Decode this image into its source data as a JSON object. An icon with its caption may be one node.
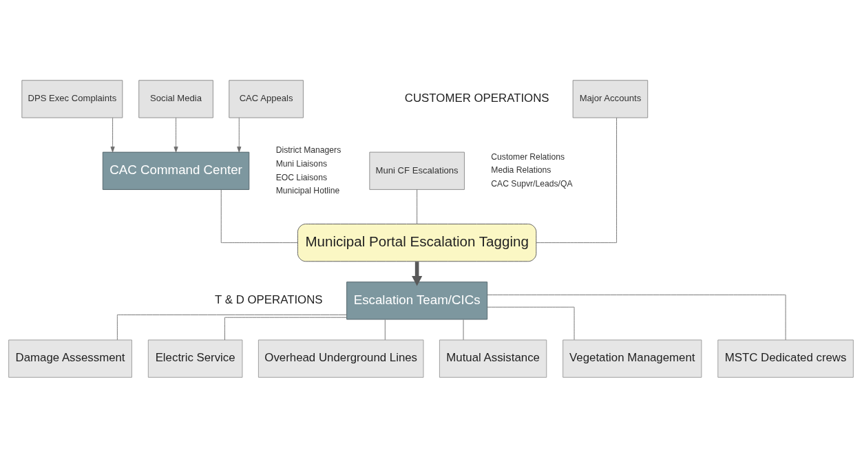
{
  "diagram": {
    "nodes": [
      {
        "text": [
          "Major Accounts"
        ]
      },
      {
        "text": [
          "DPS Exec Complaints"
        ]
      },
      {
        "text": [
          "Social Media"
        ]
      },
      {
        "text": [
          "CAC Appeals"
        ]
      },
      {
        "text": [
          "Muni CF Escalations"
        ]
      },
      {
        "text": [
          "CAC Command Center"
        ]
      },
      {
        "text": [
          "Municipal Portal Escalation Tagging"
        ]
      },
      {
        "text": [
          "Escalation Team/CICs"
        ]
      },
      {
        "text": [
          "Damage Assessment"
        ]
      },
      {
        "text": [
          "Electric Service"
        ]
      },
      {
        "text": [
          "Overhead Underground Lines"
        ]
      },
      {
        "text": [
          "Mutual Assistance"
        ]
      },
      {
        "text": [
          "Vegetation Management"
        ]
      },
      {
        "text": [
          "MSTC Dedicated crews"
        ]
      }
    ],
    "edges": [
      {
        "from": 1,
        "to": 5,
        "arrow": "to"
      },
      {
        "from": 2,
        "to": 5,
        "arrow": "to"
      },
      {
        "from": 3,
        "to": 5,
        "arrow": "to"
      },
      {
        "from": 0,
        "to": 6,
        "arrow": "none"
      },
      {
        "from": 4,
        "to": 6,
        "arrow": "none"
      },
      {
        "from": 5,
        "to": 6,
        "arrow": "none"
      },
      {
        "from": 6,
        "to": 7,
        "arrow": "to",
        "style": "thick",
        "color": "#595959"
      },
      {
        "from": 7,
        "to": 8,
        "arrow": "none"
      },
      {
        "from": 7,
        "to": 9,
        "arrow": "none"
      },
      {
        "from": 7,
        "to": 10,
        "arrow": "none"
      },
      {
        "from": 7,
        "to": 11,
        "arrow": "none"
      },
      {
        "from": 7,
        "to": 12,
        "arrow": "none"
      },
      {
        "from": 7,
        "to": 13,
        "arrow": "none"
      }
    ],
    "labels": [
      "CUSTOMER OPERATIONS",
      "District Managers",
      "Muni Liaisons",
      "EOC Liaisons",
      "Municipal Hotline",
      "Customer Relations",
      "Media Relations",
      "CAC Supvr/Leads/QA",
      "T & D OPERATIONS"
    ]
  }
}
